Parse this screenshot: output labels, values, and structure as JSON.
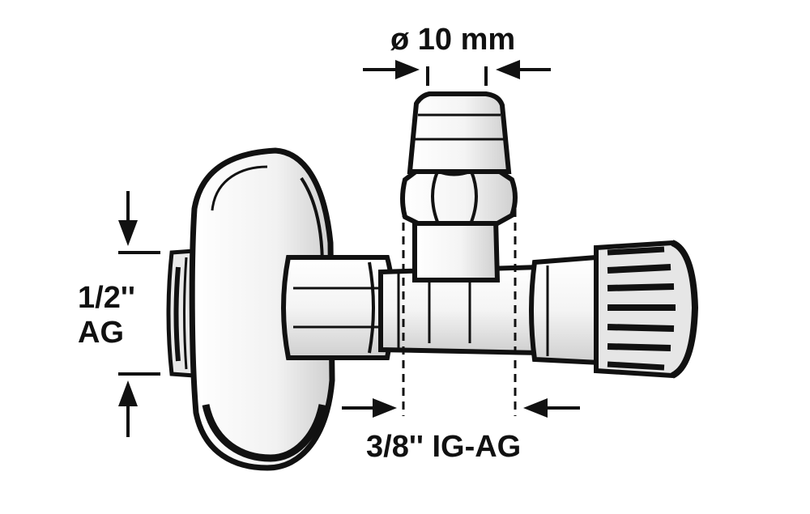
{
  "labels": {
    "top_diameter": "ø 10 mm",
    "left_size": "1/2''",
    "left_thread": "AG",
    "bottom_thread": "3/8'' IG-AG"
  },
  "colors": {
    "ink": "#111111",
    "metal_light": "#e9e9e9",
    "metal_mid": "#bcbcbc",
    "background": "#ffffff"
  }
}
